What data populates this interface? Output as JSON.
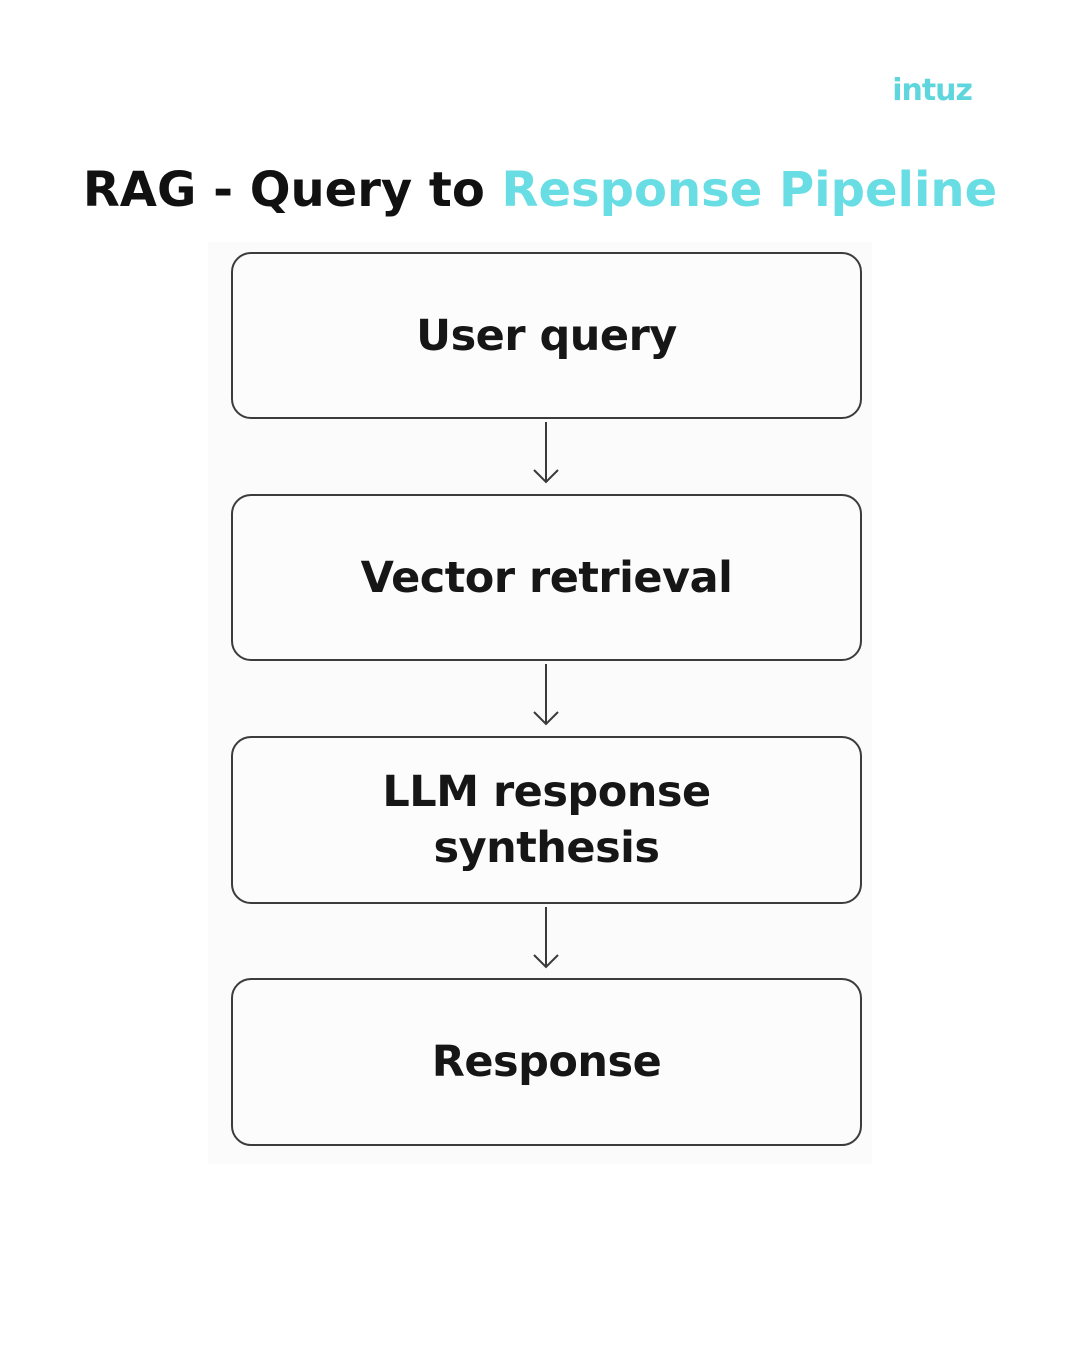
{
  "brand": {
    "logo_text": "intuz",
    "accent_color": "#69dde4"
  },
  "title": {
    "prefix": "RAG - Query to ",
    "accent": "Response Pipeline"
  },
  "pipeline": {
    "steps": [
      {
        "label": "User query"
      },
      {
        "label": "Vector retrieval"
      },
      {
        "label": "LLM response synthesis"
      },
      {
        "label": "Response"
      }
    ],
    "connector_icon": "arrow-down-icon"
  }
}
